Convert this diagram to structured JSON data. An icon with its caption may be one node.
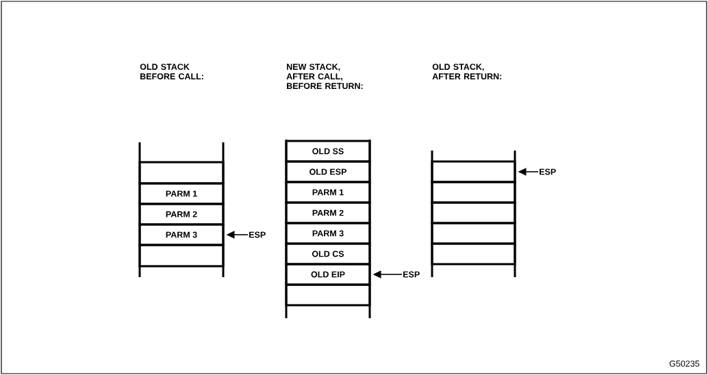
{
  "diagram": {
    "nodes": [
      {
        "text": [],
        "shape": "box"
      },
      {
        "text": [
          "PARM 1"
        ]
      },
      {
        "text": [
          "PARM 2"
        ]
      },
      {
        "text": [
          "PARM 3"
        ]
      },
      {
        "text": [],
        "shape": "box"
      },
      {
        "text": [
          "OLD SS"
        ]
      },
      {
        "text": [
          "OLD ESP"
        ]
      },
      {
        "text": [
          "PARM 1"
        ]
      },
      {
        "text": [
          "PARM 2"
        ]
      },
      {
        "text": [
          "PARM 3"
        ]
      },
      {
        "text": [
          "OLD CS"
        ]
      },
      {
        "text": [
          "OLD EIP"
        ]
      },
      {
        "text": [],
        "shape": "box"
      },
      {
        "text": [],
        "shape": "box"
      },
      {
        "text": [],
        "shape": "box"
      },
      {
        "text": [],
        "shape": "box"
      },
      {
        "text": [],
        "shape": "box"
      },
      {
        "text": [],
        "shape": "box"
      },
      {
        "text": [
          "ESP"
        ]
      },
      {
        "text": [
          "ESP"
        ]
      },
      {
        "text": [
          "ESP"
        ]
      }
    ],
    "edges": [
      {
        "from": 18,
        "to": 3,
        "arrow": "to"
      },
      {
        "from": 19,
        "to": 11,
        "arrow": "to"
      },
      {
        "from": 20,
        "to": 13,
        "arrow": "to"
      }
    ],
    "labels": [
      "OLD STACK BEFORE CALL:",
      "NEW STACK, AFTER CALL, BEFORE RETURN:",
      "OLD STACK, AFTER RETURN:",
      "G50235"
    ]
  }
}
